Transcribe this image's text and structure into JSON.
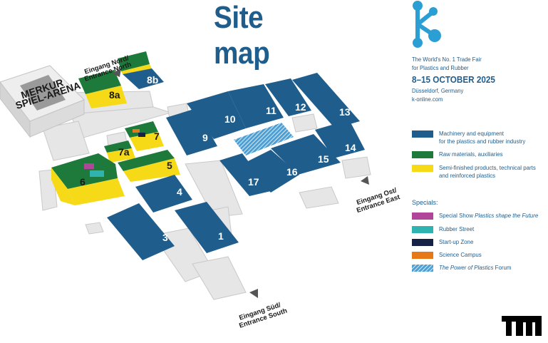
{
  "title": "Site map",
  "fair": {
    "tagline_line1": "The World's No. 1 Trade Fair",
    "tagline_line2": "for Plastics and Rubber",
    "dates": "8–15 OCTOBER 2025",
    "city": "Düsseldorf, Germany",
    "website": "k-online.com"
  },
  "colors": {
    "machinery": "#1f5d8c",
    "raw_materials": "#1d7a3a",
    "semi_finished": "#f6d917",
    "special_show": "#b0469a",
    "rubber_street": "#2fb3b0",
    "startup_zone": "#152245",
    "science_campus": "#e77817",
    "power_of_plastics": "#4d9fd4",
    "building_gray": "#e6e6e6",
    "building_shadow": "#c4c4c4"
  },
  "legend": {
    "categories": [
      {
        "label_line1": "Machinery and equipment",
        "label_line2": "for the plastics and rubber industry",
        "color": "#1f5d8c"
      },
      {
        "label_line1": "Raw materials, auxiliaries",
        "label_line2": "",
        "color": "#1d7a3a"
      },
      {
        "label_line1": "Semi-finished products, technical parts",
        "label_line2": "and reinforced plastics",
        "color": "#f6d917"
      }
    ],
    "specials_heading": "Specials:",
    "specials": [
      {
        "prefix": "Special Show ",
        "italic": "Plastics shape the Future",
        "suffix": "",
        "color": "#b0469a"
      },
      {
        "prefix": "Rubber Street",
        "italic": "",
        "suffix": "",
        "color": "#2fb3b0"
      },
      {
        "prefix": "Start-up Zone",
        "italic": "",
        "suffix": "",
        "color": "#152245"
      },
      {
        "prefix": "Science Campus",
        "italic": "",
        "suffix": "",
        "color": "#e77817"
      },
      {
        "prefix": "",
        "italic": "The Power of Plastics",
        "suffix": " Forum",
        "color": "#4d9fd4"
      }
    ]
  },
  "halls": {
    "h1": "1",
    "h3": "3",
    "h4": "4",
    "h5": "5",
    "h6": "6",
    "h7": "7",
    "h7a": "7a",
    "h8a": "8a",
    "h8b": "8b",
    "h9": "9",
    "h10": "10",
    "h11": "11",
    "h12": "12",
    "h13": "13",
    "h14": "14",
    "h15": "15",
    "h16": "16",
    "h17": "17"
  },
  "arena": {
    "line1": "MERKUR",
    "line2": "SPIEL-ARENA"
  },
  "entrances": {
    "north_line1": "Eingang Nord/",
    "north_line2": "Entrance North",
    "east_line1": "Eingang Ost/",
    "east_line2": "Entrance East",
    "south_line1": "Eingang Süd/",
    "south_line2": "Entrance South"
  }
}
